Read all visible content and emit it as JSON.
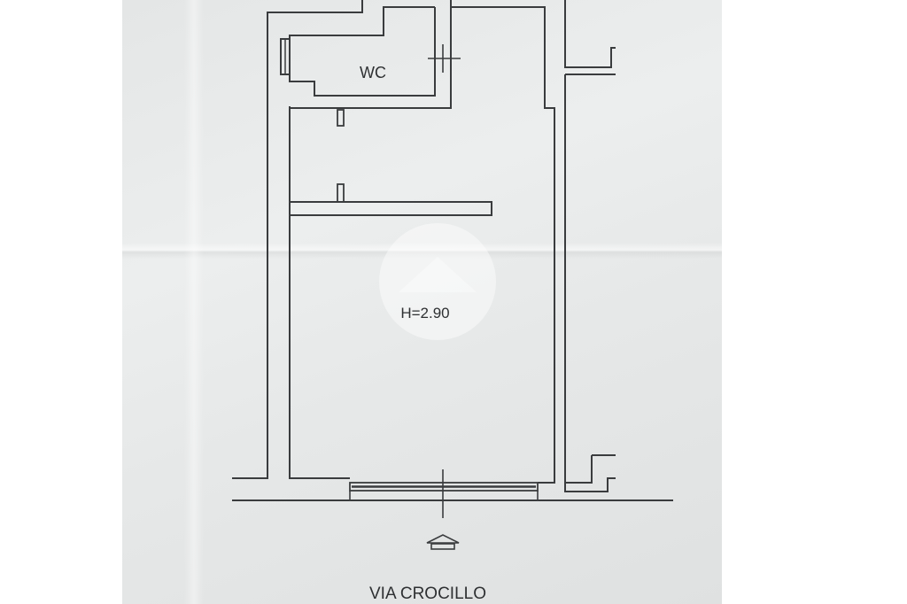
{
  "plan": {
    "wc_label": "WC",
    "height_label": "H=2.90",
    "street_label": "VIA CROCILLO"
  },
  "icons": {
    "entrance": "entrance-arrow-icon",
    "watermark": "house-watermark-icon"
  },
  "colors": {
    "paper": "#e8eaea",
    "ink": "#3a3c3e"
  }
}
